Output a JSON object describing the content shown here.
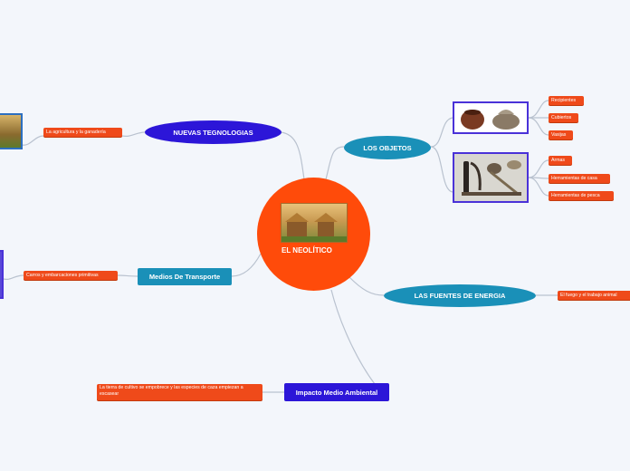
{
  "center": {
    "title": "EL NEOLÍTICO",
    "image_icon": "neolithic-village-image"
  },
  "branches": {
    "nuevas_tecnologias": {
      "label": "NUEVAS TEGNOLOGIAS",
      "color": "#2c16d8",
      "leaf": "La agricultura y la ganadería"
    },
    "medios_transporte": {
      "label": "Medios De Transporte",
      "color": "#1a90b8",
      "leaf": "Carros y embarcaciones primitivas"
    },
    "impacto": {
      "label": "Impacto Medio Ambiental",
      "color": "#2c16d8",
      "leaf": "La tierra de cultivo se empobrece y las especies de caza empiezan a escasear"
    },
    "los_objetos": {
      "label": "LOS OBJETOS",
      "color": "#1a90b8",
      "leaves": [
        "Recipientes",
        "Cubiertos",
        "Vasijas",
        "Armas",
        "Herramientas de casa",
        "Herramientas de pesca"
      ]
    },
    "fuentes_energia": {
      "label": "LAS FUENTES DE ENERGIA",
      "color": "#1a90b8",
      "leaf": "El fuego y el trabajo animal"
    }
  },
  "colors": {
    "center": "#ff4b0a",
    "leaf": "#ef4a1a",
    "connector": "#b9c2cf",
    "background": "#f3f6fb"
  }
}
